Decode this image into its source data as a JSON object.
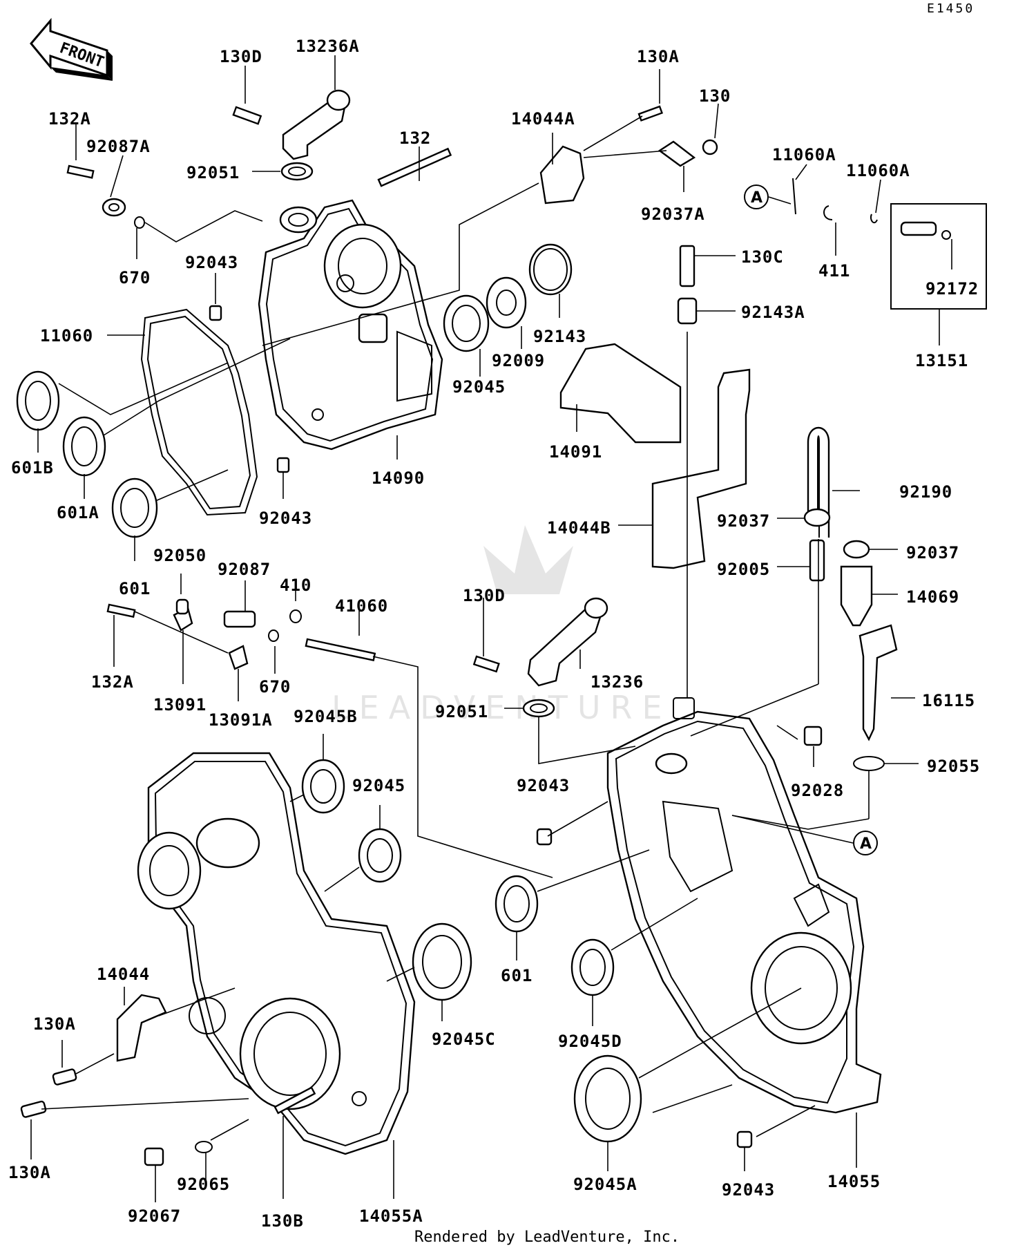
{
  "diagram_code": "E1450",
  "front_label": "FRONT",
  "footer": "Rendered by LeadVenture, Inc.",
  "watermark": "LEADVENTURE",
  "callout_a": "A",
  "labels": {
    "l130D_top": "130D",
    "l13236A": "13236A",
    "l132A_top": "132A",
    "l92087A": "92087A",
    "l92051_top": "92051",
    "l132": "132",
    "l670_top": "670",
    "l92043_a": "92043",
    "l11060": "11060",
    "l601B": "601B",
    "l601A": "601A",
    "l601_top": "601",
    "l92043_b": "92043",
    "l14090": "14090",
    "l92045_top": "92045",
    "l92009": "92009",
    "l92143": "92143",
    "l14044A": "14044A",
    "l130A_top": "130A",
    "l130": "130",
    "l92037A": "92037A",
    "l11060A_1": "11060A",
    "l11060A_2": "11060A",
    "l411": "411",
    "l92172": "92172",
    "l13151": "13151",
    "l130C": "130C",
    "l92143A": "92143A",
    "l14091": "14091",
    "l14044B": "14044B",
    "l92190": "92190",
    "l92037_a": "92037",
    "l92037_b": "92037",
    "l92005": "92005",
    "l14069": "14069",
    "l16115": "16115",
    "l92055": "92055",
    "l92028": "92028",
    "l92050": "92050",
    "l92087": "92087",
    "l410": "410",
    "l41060": "41060",
    "l132A_mid": "132A",
    "l13091": "13091",
    "l13091A": "13091A",
    "l670_mid": "670",
    "l130D_mid": "130D",
    "l13236": "13236",
    "l92051_mid": "92051",
    "l92045B": "92045B",
    "l92045_mid": "92045",
    "l92043_c": "92043",
    "l601_mid": "601",
    "l14044": "14044",
    "l130A_l1": "130A",
    "l130A_l2": "130A",
    "l92045C": "92045C",
    "l92045D": "92045D",
    "l92045A": "92045A",
    "l92067": "92067",
    "l92065": "92065",
    "l130B": "130B",
    "l14055A": "14055A",
    "l92043_d": "92043",
    "l14055": "14055"
  }
}
